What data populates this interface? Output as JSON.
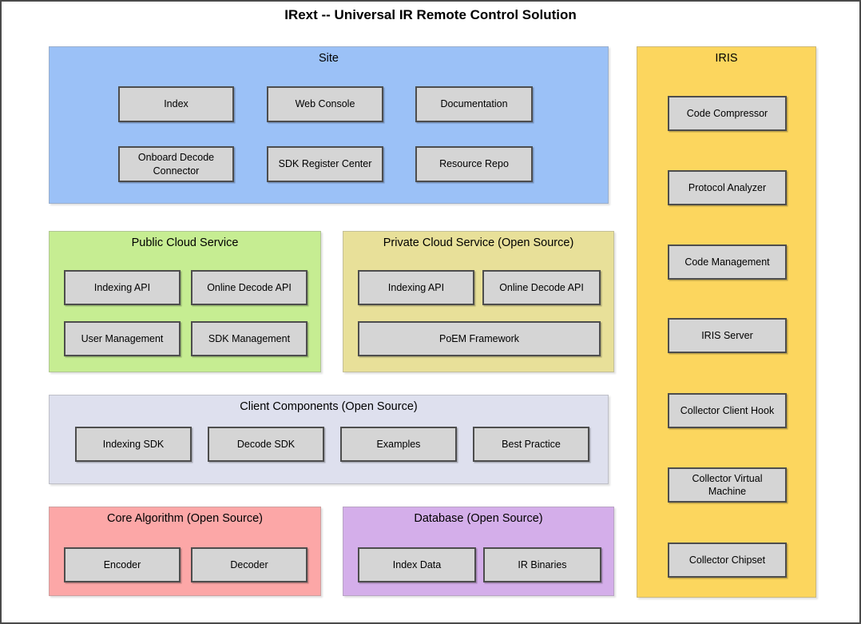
{
  "title": "IRext -- Universal IR Remote Control Solution",
  "colors": {
    "site": "#9bc1f7",
    "public_cloud": "#c6ed92",
    "private_cloud": "#e8e099",
    "client_components": "#dee0ee",
    "core_algorithm": "#fca7a7",
    "database": "#d4aeea",
    "iris": "#fcd65e",
    "node_fill": "#d5d5d5",
    "node_border": "#4d4d4d"
  },
  "sections": {
    "site": {
      "label": "Site",
      "items": {
        "index": "Index",
        "web_console": "Web Console",
        "documentation": "Documentation",
        "onboard_decode_connector": "Onboard Decode Connector",
        "sdk_register_center": "SDK Register Center",
        "resource_repo": "Resource Repo"
      }
    },
    "public_cloud": {
      "label": "Public Cloud Service",
      "items": {
        "indexing_api": "Indexing API",
        "online_decode_api": "Online Decode API",
        "user_management": "User Management",
        "sdk_management": "SDK Management"
      }
    },
    "private_cloud": {
      "label": "Private Cloud Service (Open Source)",
      "items": {
        "indexing_api": "Indexing API",
        "online_decode_api": "Online Decode API",
        "poem_framework": "PoEM Framework"
      }
    },
    "client_components": {
      "label": "Client Components (Open Source)",
      "items": {
        "indexing_sdk": "Indexing SDK",
        "decode_sdk": "Decode SDK",
        "examples": "Examples",
        "best_practice": "Best Practice"
      }
    },
    "core_algorithm": {
      "label": "Core Algorithm (Open Source)",
      "items": {
        "encoder": "Encoder",
        "decoder": "Decoder"
      }
    },
    "database": {
      "label": "Database (Open Source)",
      "items": {
        "index_data": "Index Data",
        "ir_binaries": "IR Binaries"
      }
    },
    "iris": {
      "label": "IRIS",
      "items": {
        "code_compressor": "Code Compressor",
        "protocol_analyzer": "Protocol Analyzer",
        "code_management": "Code Management",
        "iris_server": "IRIS Server",
        "collector_client_hook": "Collector Client Hook",
        "collector_virtual_machine": "Collector Virtual Machine",
        "collector_chipset": "Collector Chipset"
      }
    }
  }
}
